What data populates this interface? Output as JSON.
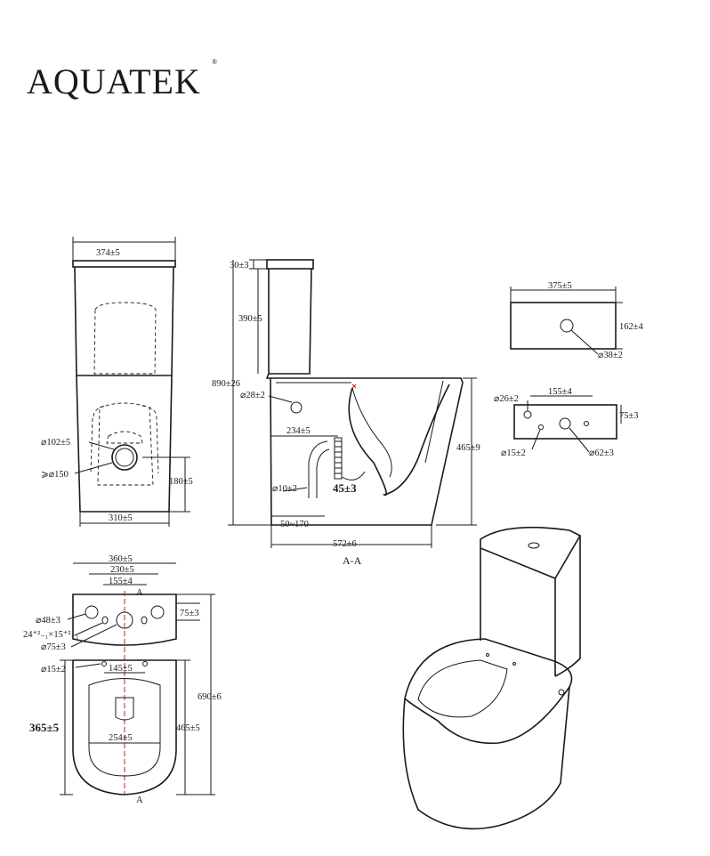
{
  "brand": {
    "name": "AQUATEK",
    "registered_mark": "®"
  },
  "front_view": {
    "top_width": "374±5",
    "outlet_dia": "⌀102±5",
    "spigot_dia": "⩾⌀150",
    "outlet_height": "180±5",
    "base_width": "310±5"
  },
  "section_view": {
    "title": "A-A",
    "lid_thickness": "30±3",
    "cistern_height": "390±5",
    "total_height": "890±26",
    "inlet_dia": "⌀28±2",
    "trap_offset": "234±5",
    "bowl_height": "465±9",
    "fix_dia": "⌀10±2",
    "trap_angle": "45±3",
    "set_out": "50~170",
    "total_depth": "572±6"
  },
  "cistern_top": {
    "width": "375±5",
    "depth": "162±4",
    "button_dia": "⌀38±2"
  },
  "cistern_back": {
    "hole_spacing": "155±4",
    "hole_height": "75±3",
    "left_hole": "⌀26±2",
    "mid_hole": "⌀15±2",
    "inlet_hole": "⌀62±3"
  },
  "plan_view": {
    "width": "360±5",
    "hole_span": "230±5",
    "hole_spacing": "155±4",
    "section_mark": "A",
    "side_holes": "⌀48±3",
    "small_holes": "24⁺²₋₁×15⁺²₋₁",
    "center_hole": "⌀75±3",
    "hole_offset": "75±3",
    "seat_fix": "⌀15±2",
    "seat_fix_spacing": "145±5",
    "overall_length": "690±6",
    "pan_length": "465±5",
    "seat_width": "254±5",
    "bowl_length": "365±5"
  }
}
